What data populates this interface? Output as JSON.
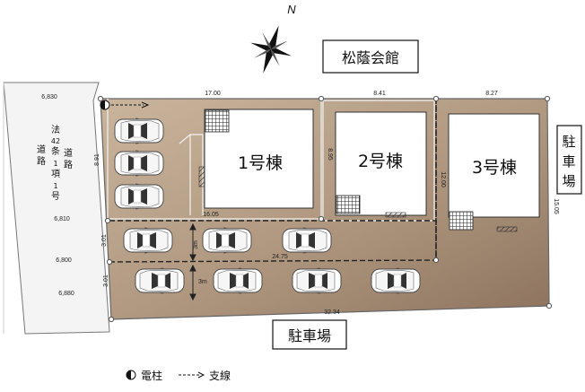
{
  "compass": {
    "direction": "N"
  },
  "neighbors": {
    "top": "松蔭会館",
    "right": "駐車場",
    "bottom": "駐車場"
  },
  "road": {
    "vertical_text": [
      "法",
      "42",
      "条",
      "1",
      "項",
      "1",
      "号",
      "道",
      "路"
    ],
    "col1": "法42条1項1号",
    "col2": "道路"
  },
  "buildings": [
    {
      "name": "1号棟"
    },
    {
      "name": "2号棟"
    },
    {
      "name": "3号棟"
    }
  ],
  "dimensions": {
    "road_widths": [
      "6,830",
      "6,810",
      "6,800",
      "6,880"
    ],
    "top": [
      "17.00",
      "8.41",
      "8.27"
    ],
    "left": [
      "8.91",
      "3.01",
      "3.01"
    ],
    "inner": [
      "16.05",
      "8.95",
      "12.00",
      "15.05",
      "24.75",
      "32.34"
    ],
    "aisle": [
      "3m",
      "3m"
    ]
  },
  "legend": {
    "pole": "電柱",
    "guy_wire": "支線"
  },
  "colors": {
    "lot": "#b59a80",
    "lot_dark": "#7d6450",
    "boundary": "#6e6e6e",
    "road": "#f4f4f4"
  }
}
